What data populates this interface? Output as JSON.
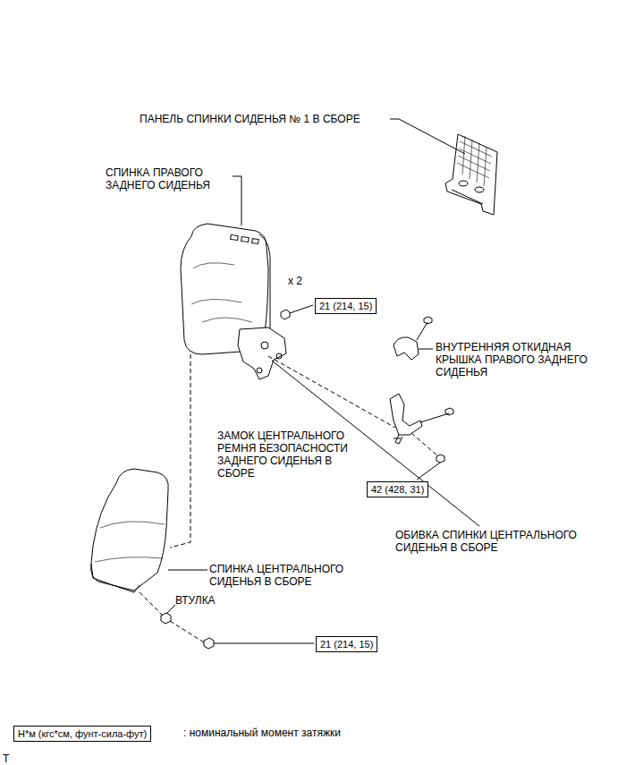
{
  "diagram": {
    "nodes": [
      {
        "text": [
          "21 (214, 15)"
        ]
      },
      {
        "text": [
          "42 (428, 31)"
        ]
      },
      {
        "text": [
          "21 (214, 15)"
        ]
      },
      {
        "text": [
          "Н*м (кгс*см, фунт-сила-фут)"
        ]
      }
    ],
    "labels": [
      "ПАНЕЛЬ СПИНКИ СИДЕНЬЯ № 1 В СБОРЕ",
      "СПИНКА ПРАВОГО ЗАДНЕГО СИДЕНЬЯ",
      "x 2",
      "ВНУТРЕННЯЯ ОТКИДНАЯ КРЫШКА ПРАВОГО ЗАДНЕГО СИДЕНЬЯ",
      "ЗАМОК ЦЕНТРАЛЬНОГО РЕМНЯ БЕЗОПАСНОСТИ ЗАДНЕГО СИДЕНЬЯ В СБОРЕ",
      "ОБИВКА СПИНКИ ЦЕНТРАЛЬНОГО СИДЕНЬЯ В СБОРЕ",
      "СПИНКА ЦЕНТРАЛЬНОГО СИДЕНЬЯ В СБОРЕ",
      "ВТУЛКА",
      ": номинальный момент затяжки",
      "T"
    ]
  }
}
